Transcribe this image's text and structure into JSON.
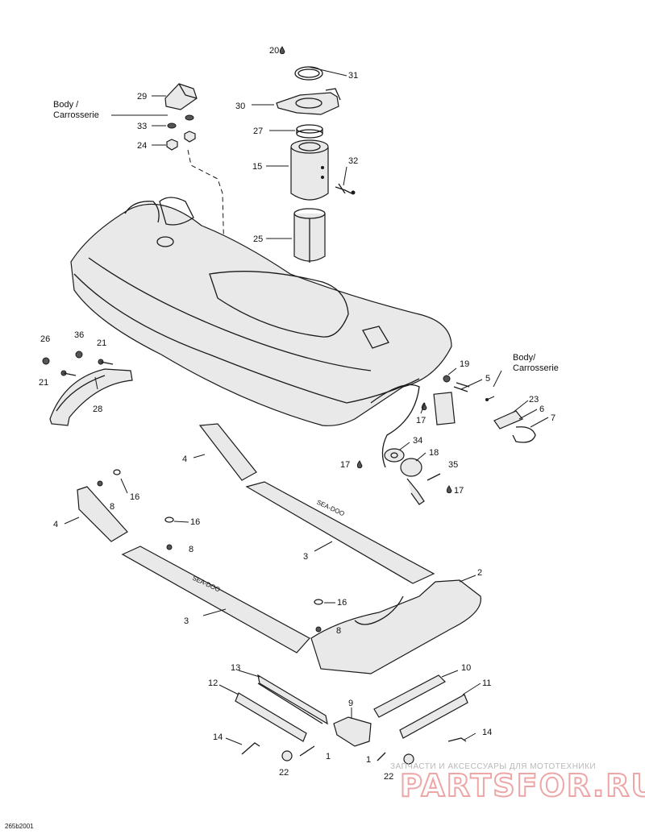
{
  "labels": {
    "body_left_line1": "Body /",
    "body_left_line2": "Carrosserie",
    "body_right_line1": "Body/",
    "body_right_line2": "Carrosserie"
  },
  "callouts": {
    "c20": "20",
    "c31": "31",
    "c30": "30",
    "c27": "27",
    "c15": "15",
    "c32": "32",
    "c25": "25",
    "c29": "29",
    "c33": "33",
    "c24": "24",
    "c26": "26",
    "c36": "36",
    "c21a": "21",
    "c21b": "21",
    "c28": "28",
    "c19": "19",
    "c5": "5",
    "c23": "23",
    "c6": "6",
    "c7": "7",
    "c17a": "17",
    "c34": "34",
    "c18": "18",
    "c17b": "17",
    "c35": "35",
    "c17c": "17",
    "c4a": "4",
    "c16a": "16",
    "c8a": "8",
    "c4b": "4",
    "c16b": "16",
    "c8b": "8",
    "c3a": "3",
    "c2": "2",
    "c16c": "16",
    "c8c": "8",
    "c3b": "3",
    "c13": "13",
    "c10": "10",
    "c12": "12",
    "c11": "11",
    "c9": "9",
    "c14a": "14",
    "c14b": "14",
    "c1a": "1",
    "c1b": "1",
    "c22a": "22",
    "c22b": "22"
  },
  "drawing_code": "265b2001",
  "watermark": {
    "tagline": "ЗАПЧАСТИ И АКСЕССУАРЫ ДЛЯ МОТОТЕХНИКИ",
    "brand": "PARTSFOR.RU"
  },
  "mat_lettering": "SEA-DOO"
}
